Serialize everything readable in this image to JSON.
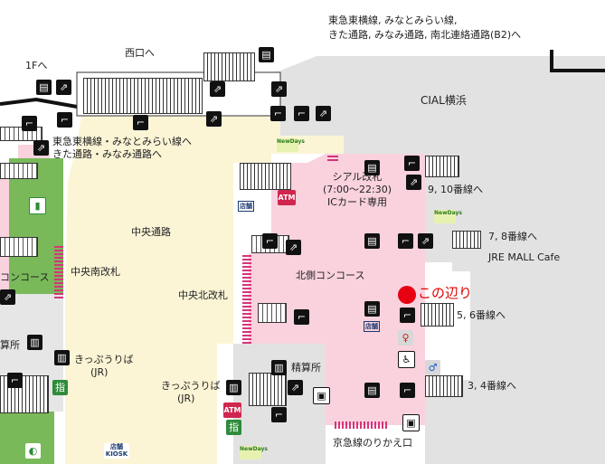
{
  "labels": {
    "tokyu_top": "東急東横線, みなとみらい線,",
    "tokyu_top2": "きた通路, みなみ通路, 南北連絡通路(B2)へ",
    "west_exit": "西口へ",
    "floor1": "1Fへ",
    "cial": "CIAL横浜",
    "tokyu_left": "東急東横線・みなとみらい線へ",
    "tokyu_left2": "きた通路・みなみ通路へ",
    "cial_gate": "シアル改札",
    "cial_hours": "(7:00〜22:30)",
    "cial_ic": "ICカード専用",
    "track_9_10": "9, 10番線へ",
    "track_7_8": "7, 8番線へ",
    "jre_mall": "JRE MALL Cafe",
    "central_passage": "中央通路",
    "concourse_left": "コンコース",
    "central_south_gate": "中央南改札",
    "central_north_gate": "中央北改札",
    "north_concourse": "北側コンコース",
    "marker_note": "この辺り",
    "track_5_6": "5, 6番線へ",
    "fare_office_left": "算所",
    "ticket_office_l": "きっぷうりば",
    "ticket_jr_l": "(JR)",
    "fare_office": "精算所",
    "ticket_office_r": "きっぷうりば",
    "ticket_jr_r": "(JR)",
    "track_3_4": "3, 4番線へ",
    "keikyu_transfer": "京急線のりかえ口",
    "shop": "店舗",
    "shop2": "店舗",
    "shop3": "店舗",
    "atm": "ATM",
    "atm2": "ATM",
    "kiosk": "KIOSK",
    "shi": "指",
    "shi2": "指",
    "newdays": "NewDays"
  },
  "colors": {
    "concourse_pink": "#f9d2de",
    "central_yellow": "#fbf5d6",
    "cial_gray": "#e2e2e2",
    "green_area": "#79b95a",
    "marker_red": "#e60012"
  },
  "icons": [
    "elevator-icon",
    "escalator-icon",
    "stairs-icon",
    "atm-icon",
    "restroom-male-icon",
    "restroom-female-icon",
    "wheelchair-icon",
    "locker-icon",
    "ticket-machine-icon",
    "shop-icon",
    "newdays-icon",
    "kiosk-icon",
    "current-location-marker"
  ]
}
